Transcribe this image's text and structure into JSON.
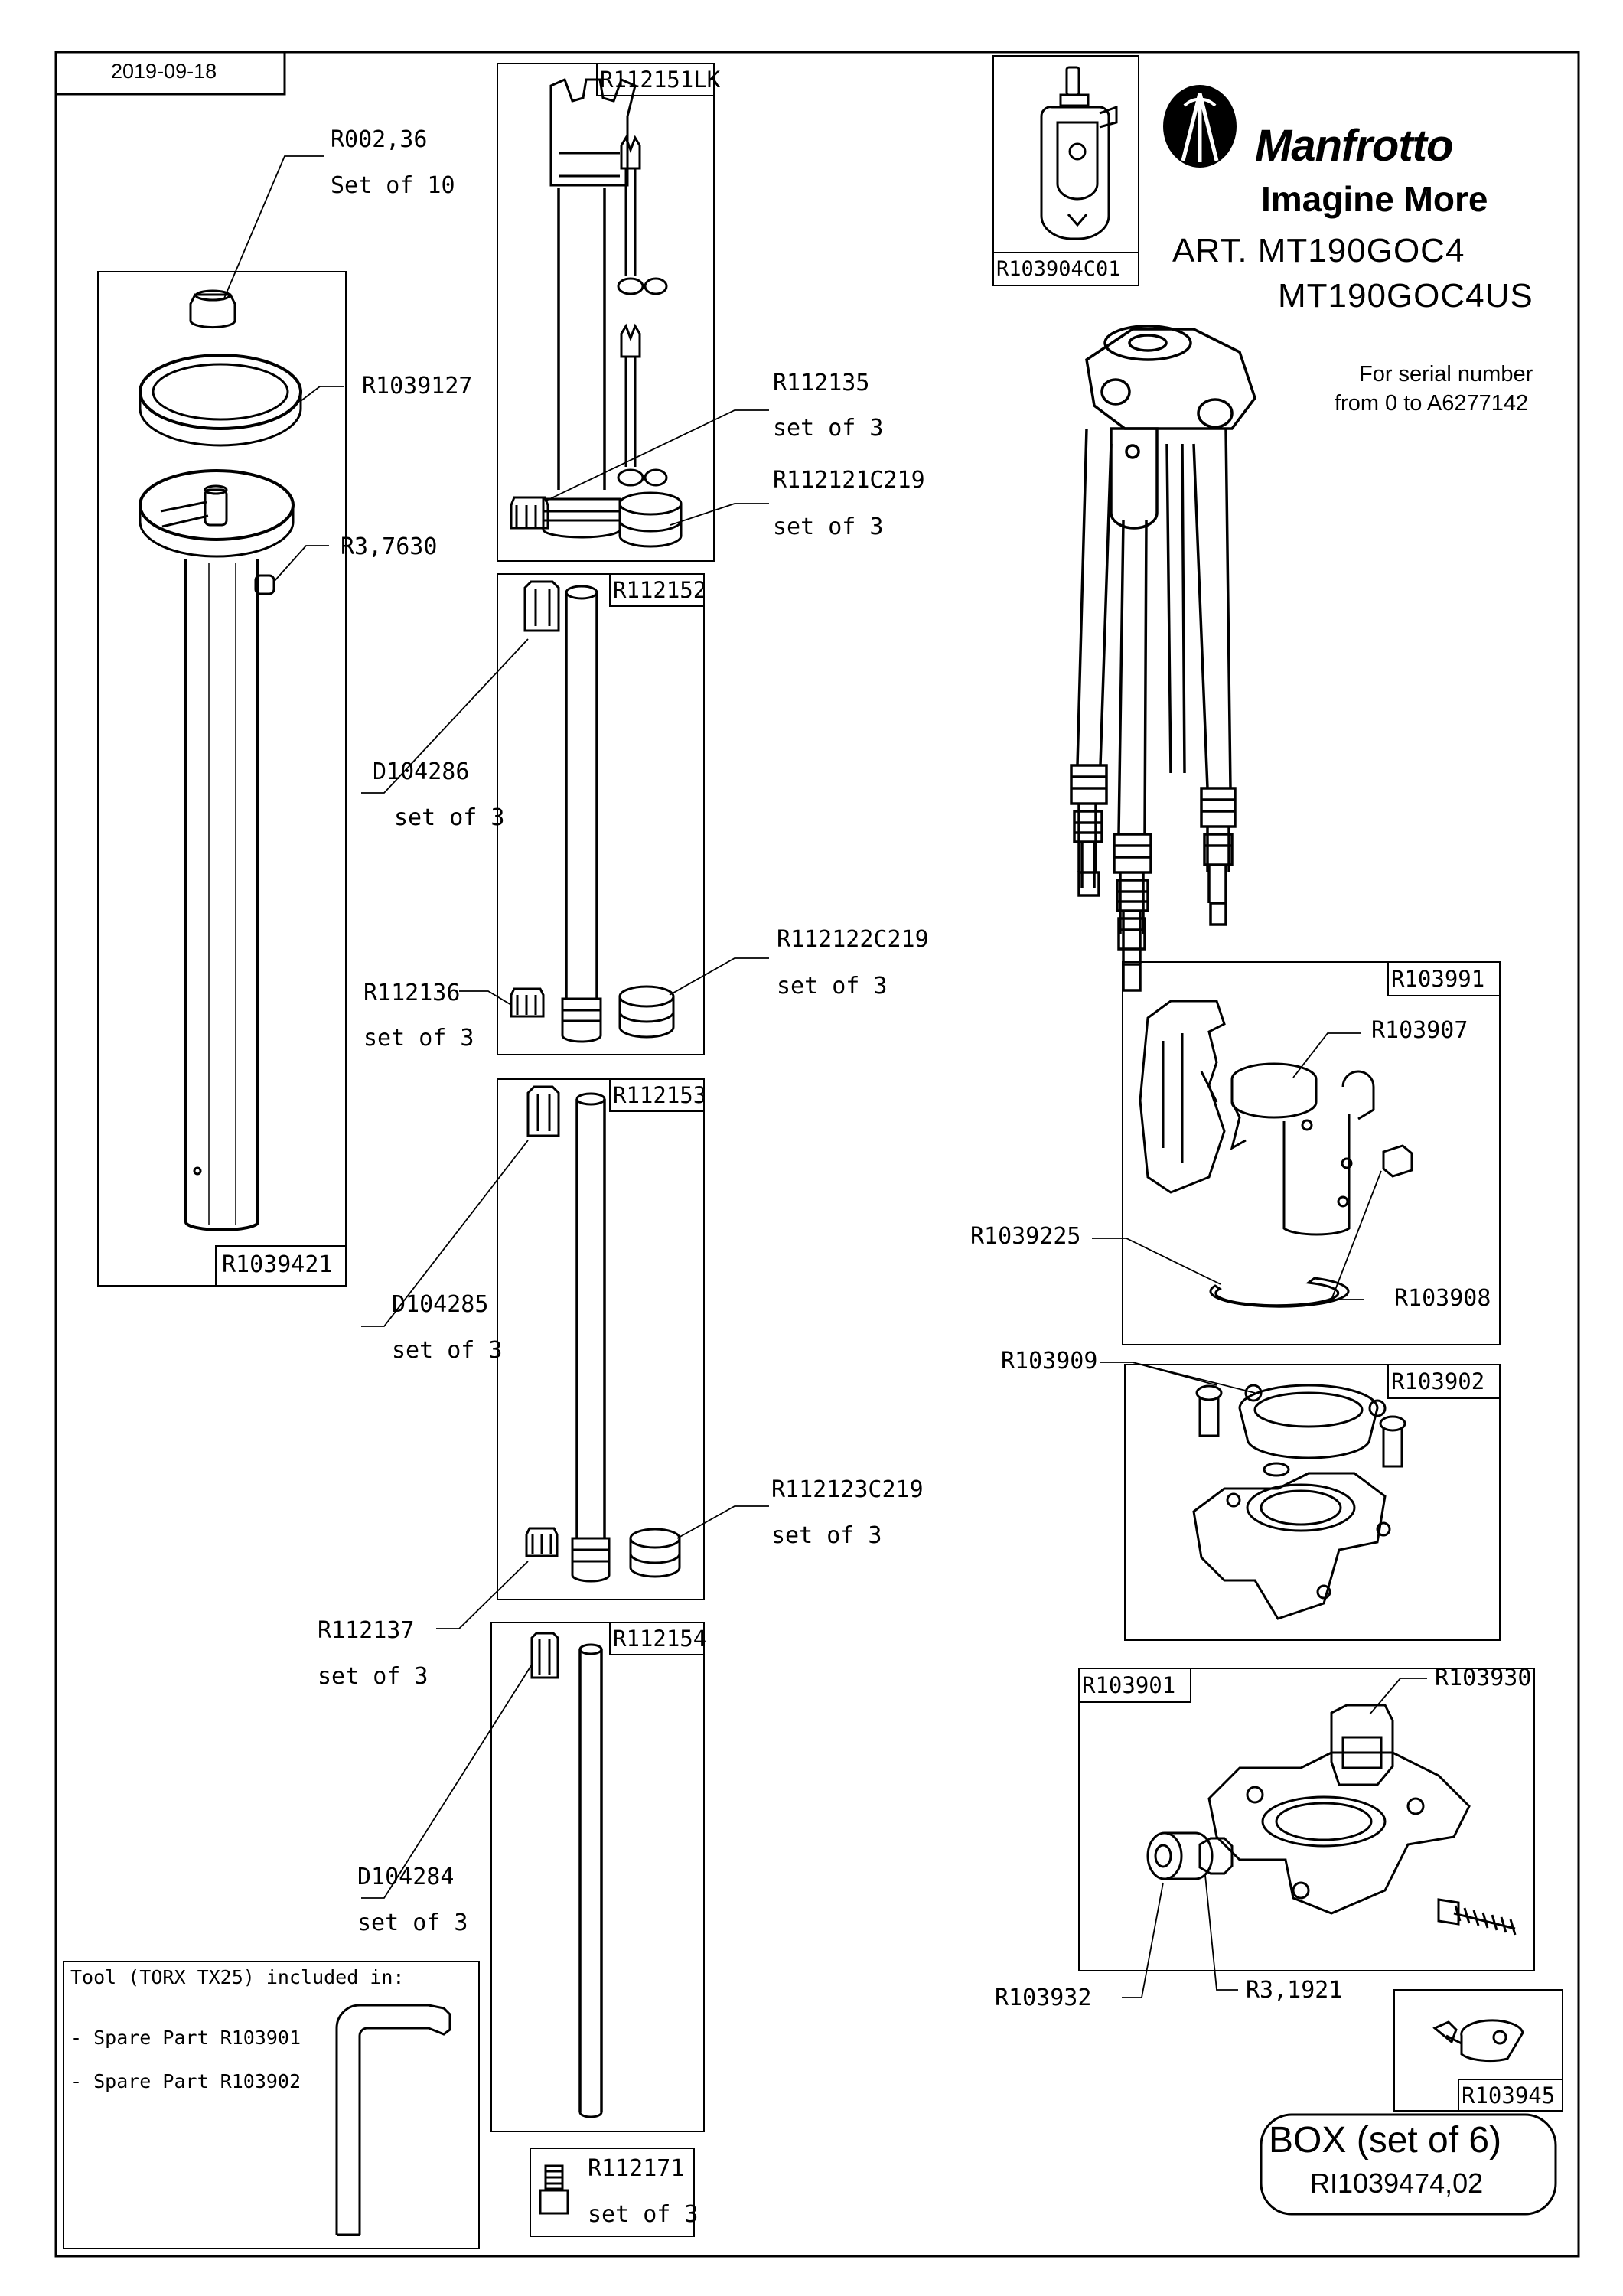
{
  "header": {
    "date": "2019-09-18"
  },
  "brand": {
    "name": "Manfrotto",
    "tagline": "Imagine More"
  },
  "article": {
    "line1": "ART. MT190GOC4",
    "line2": "MT190GOC4US"
  },
  "serial_note": {
    "line1": "For serial number",
    "line2": "from 0 to A6277142"
  },
  "parts": {
    "r002": {
      "code": "R002,36",
      "qty": "Set of 10"
    },
    "r1039127": {
      "code": "R1039127"
    },
    "r37630": {
      "code": "R3,7630"
    },
    "r1039421": {
      "code": "R1039421"
    },
    "r112151lk": {
      "code": "R112151LK"
    },
    "r112135": {
      "code": "R112135",
      "qty": "set of 3"
    },
    "r112121": {
      "code": "R112121C219",
      "qty": "set of 3"
    },
    "r112152": {
      "code": "R112152"
    },
    "d104286": {
      "code": "D104286",
      "qty": "set of 3"
    },
    "r112136": {
      "code": "R112136",
      "qty": "set of 3"
    },
    "r112122": {
      "code": "R112122C219",
      "qty": "set of 3"
    },
    "r112153": {
      "code": "R112153"
    },
    "d104285": {
      "code": "D104285",
      "qty": "set of 3"
    },
    "r112123": {
      "code": "R112123C219",
      "qty": "set of 3"
    },
    "r112137": {
      "code": "R112137",
      "qty": "set of 3"
    },
    "r112154": {
      "code": "R112154"
    },
    "d104284": {
      "code": "D104284",
      "qty": "set of 3"
    },
    "r112171": {
      "code": "R112171",
      "qty": "set of 3"
    },
    "r103904": {
      "code": "R103904C01"
    },
    "r103991": {
      "code": "R103991"
    },
    "r103907": {
      "code": "R103907"
    },
    "r1039225": {
      "code": "R1039225"
    },
    "r103908": {
      "code": "R103908"
    },
    "r103909": {
      "code": "R103909"
    },
    "r103902": {
      "code": "R103902"
    },
    "r103901": {
      "code": "R103901"
    },
    "r103930": {
      "code": "R103930"
    },
    "r103932": {
      "code": "R103932"
    },
    "r31921": {
      "code": "R3,1921"
    },
    "r103945": {
      "code": "R103945"
    }
  },
  "tool_note": {
    "title": "Tool (TORX TX25) included in:",
    "line1": "- Spare Part R103901",
    "line2": "- Spare Part R103902"
  },
  "box": {
    "title": "BOX (set of 6)",
    "code": "RI1039474,02"
  }
}
